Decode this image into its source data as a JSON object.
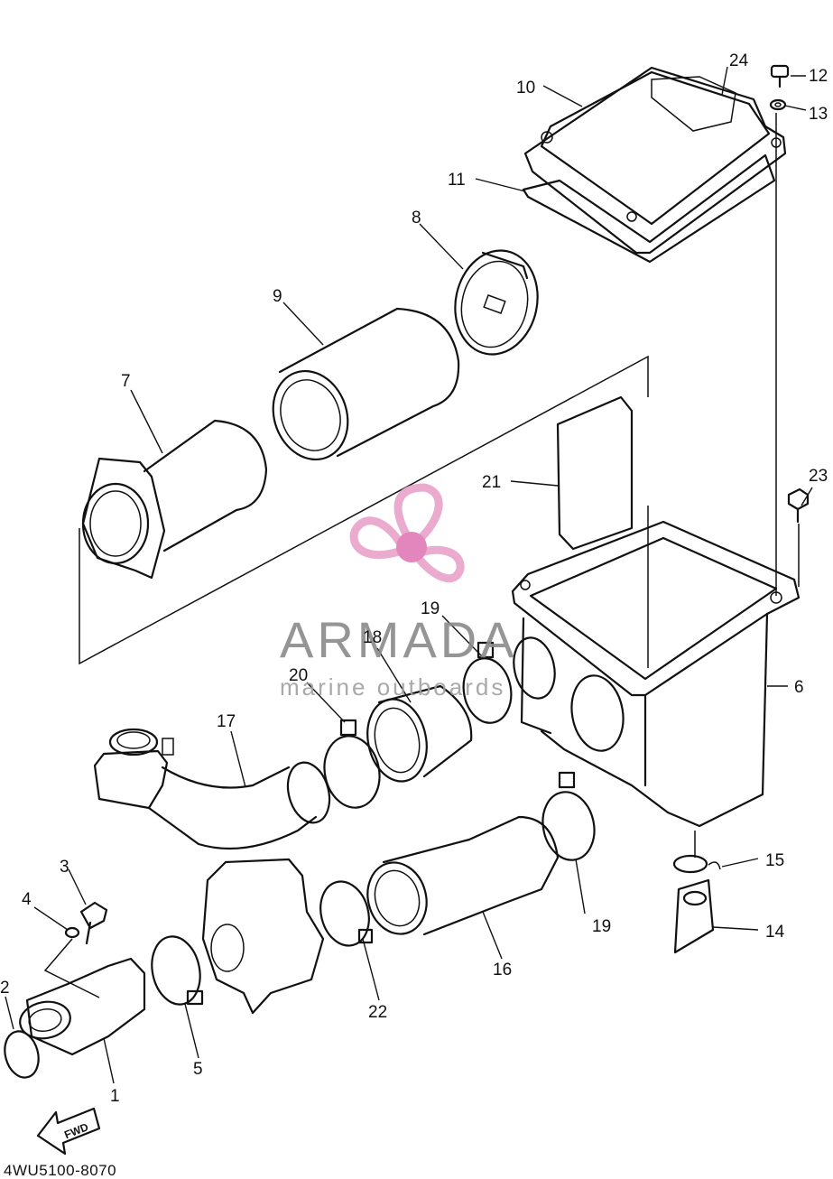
{
  "diagram_code": "4WU5100-8070",
  "fwd_label": "FWD",
  "watermark": {
    "title": "ARMADA",
    "subtitle": "marine outboards",
    "title_color": "#8a8a8a",
    "subtitle_color": "#a0a0a0",
    "logo_color": "#e9a3c9",
    "logo_center_color": "#e07ab7"
  },
  "callouts": [
    "1",
    "2",
    "3",
    "4",
    "5",
    "6",
    "7",
    "8",
    "9",
    "10",
    "11",
    "12",
    "13",
    "14",
    "15",
    "16",
    "17",
    "18",
    "19",
    "19",
    "20",
    "21",
    "22",
    "23",
    "24"
  ]
}
